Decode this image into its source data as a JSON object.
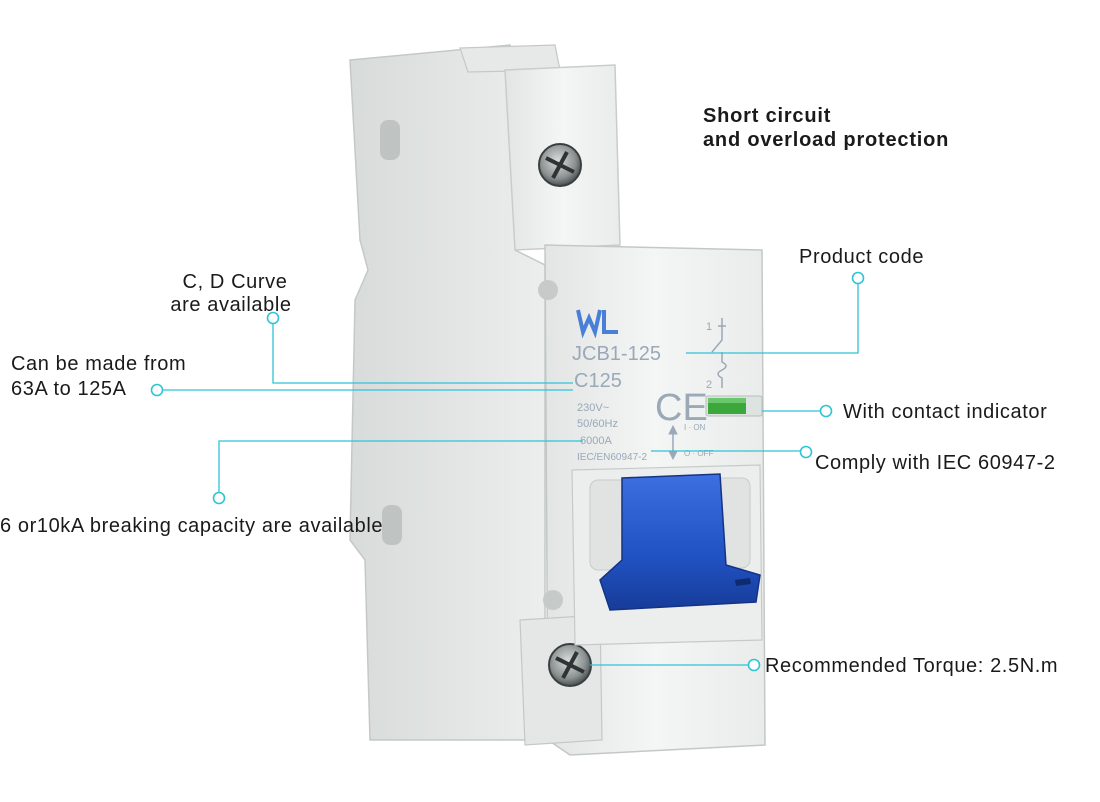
{
  "annotations": {
    "protection_line1": "Short circuit",
    "protection_line2": "and overload protection",
    "product_code": "Product code",
    "curve_line1": "C, D Curve",
    "curve_line2": "are available",
    "current_line1": "Can be made from",
    "current_line2": "63A to 125A",
    "contact_indicator": "With contact indicator",
    "standard": "Comply with IEC 60947-2",
    "breaking_capacity": "6 or10kA breaking capacity are available",
    "torque": "Recommended  Torque: 2.5N.m"
  },
  "device": {
    "brand_mark": "WL",
    "model": "JCB1-125",
    "rating": "C125",
    "voltage": "230V~",
    "frequency": "50/60Hz",
    "capacity": "6000A",
    "standard": "IEC/EN60947-2",
    "ce_mark": "CE",
    "on_label": "I · ON",
    "off_label": "O · OFF",
    "terminal_1": "1",
    "terminal_2": "2"
  },
  "colors": {
    "callout_line": "#2ec4d6",
    "toggle_blue": "#1f4fc0",
    "indicator_green": "#3ca83c",
    "housing": "#f1f3f2"
  }
}
